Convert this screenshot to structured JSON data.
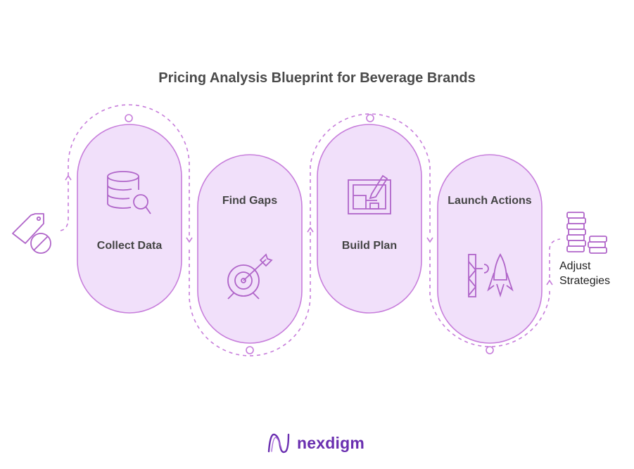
{
  "title": "Pricing Analysis Blueprint for Beverage Brands",
  "steps": [
    {
      "label": "Collect Data",
      "icon": "database-search-icon"
    },
    {
      "label": "Find Gaps",
      "icon": "target-arrow-icon"
    },
    {
      "label": "Build Plan",
      "icon": "blueprint-pencil-icon"
    },
    {
      "label": "Launch Actions",
      "icon": "rocket-launch-icon"
    }
  ],
  "start": {
    "icon": "price-tag-cancel-icon"
  },
  "end": {
    "label_line1": "Adjust",
    "label_line2": "Strategies",
    "icon": "coin-stacks-icon"
  },
  "brand": {
    "name": "nexdigm"
  },
  "colors": {
    "pill_fill": "#f1e0fa",
    "pill_stroke": "#c77ddb",
    "dash": "#c77ddb",
    "brand": "#6a2fb0"
  }
}
